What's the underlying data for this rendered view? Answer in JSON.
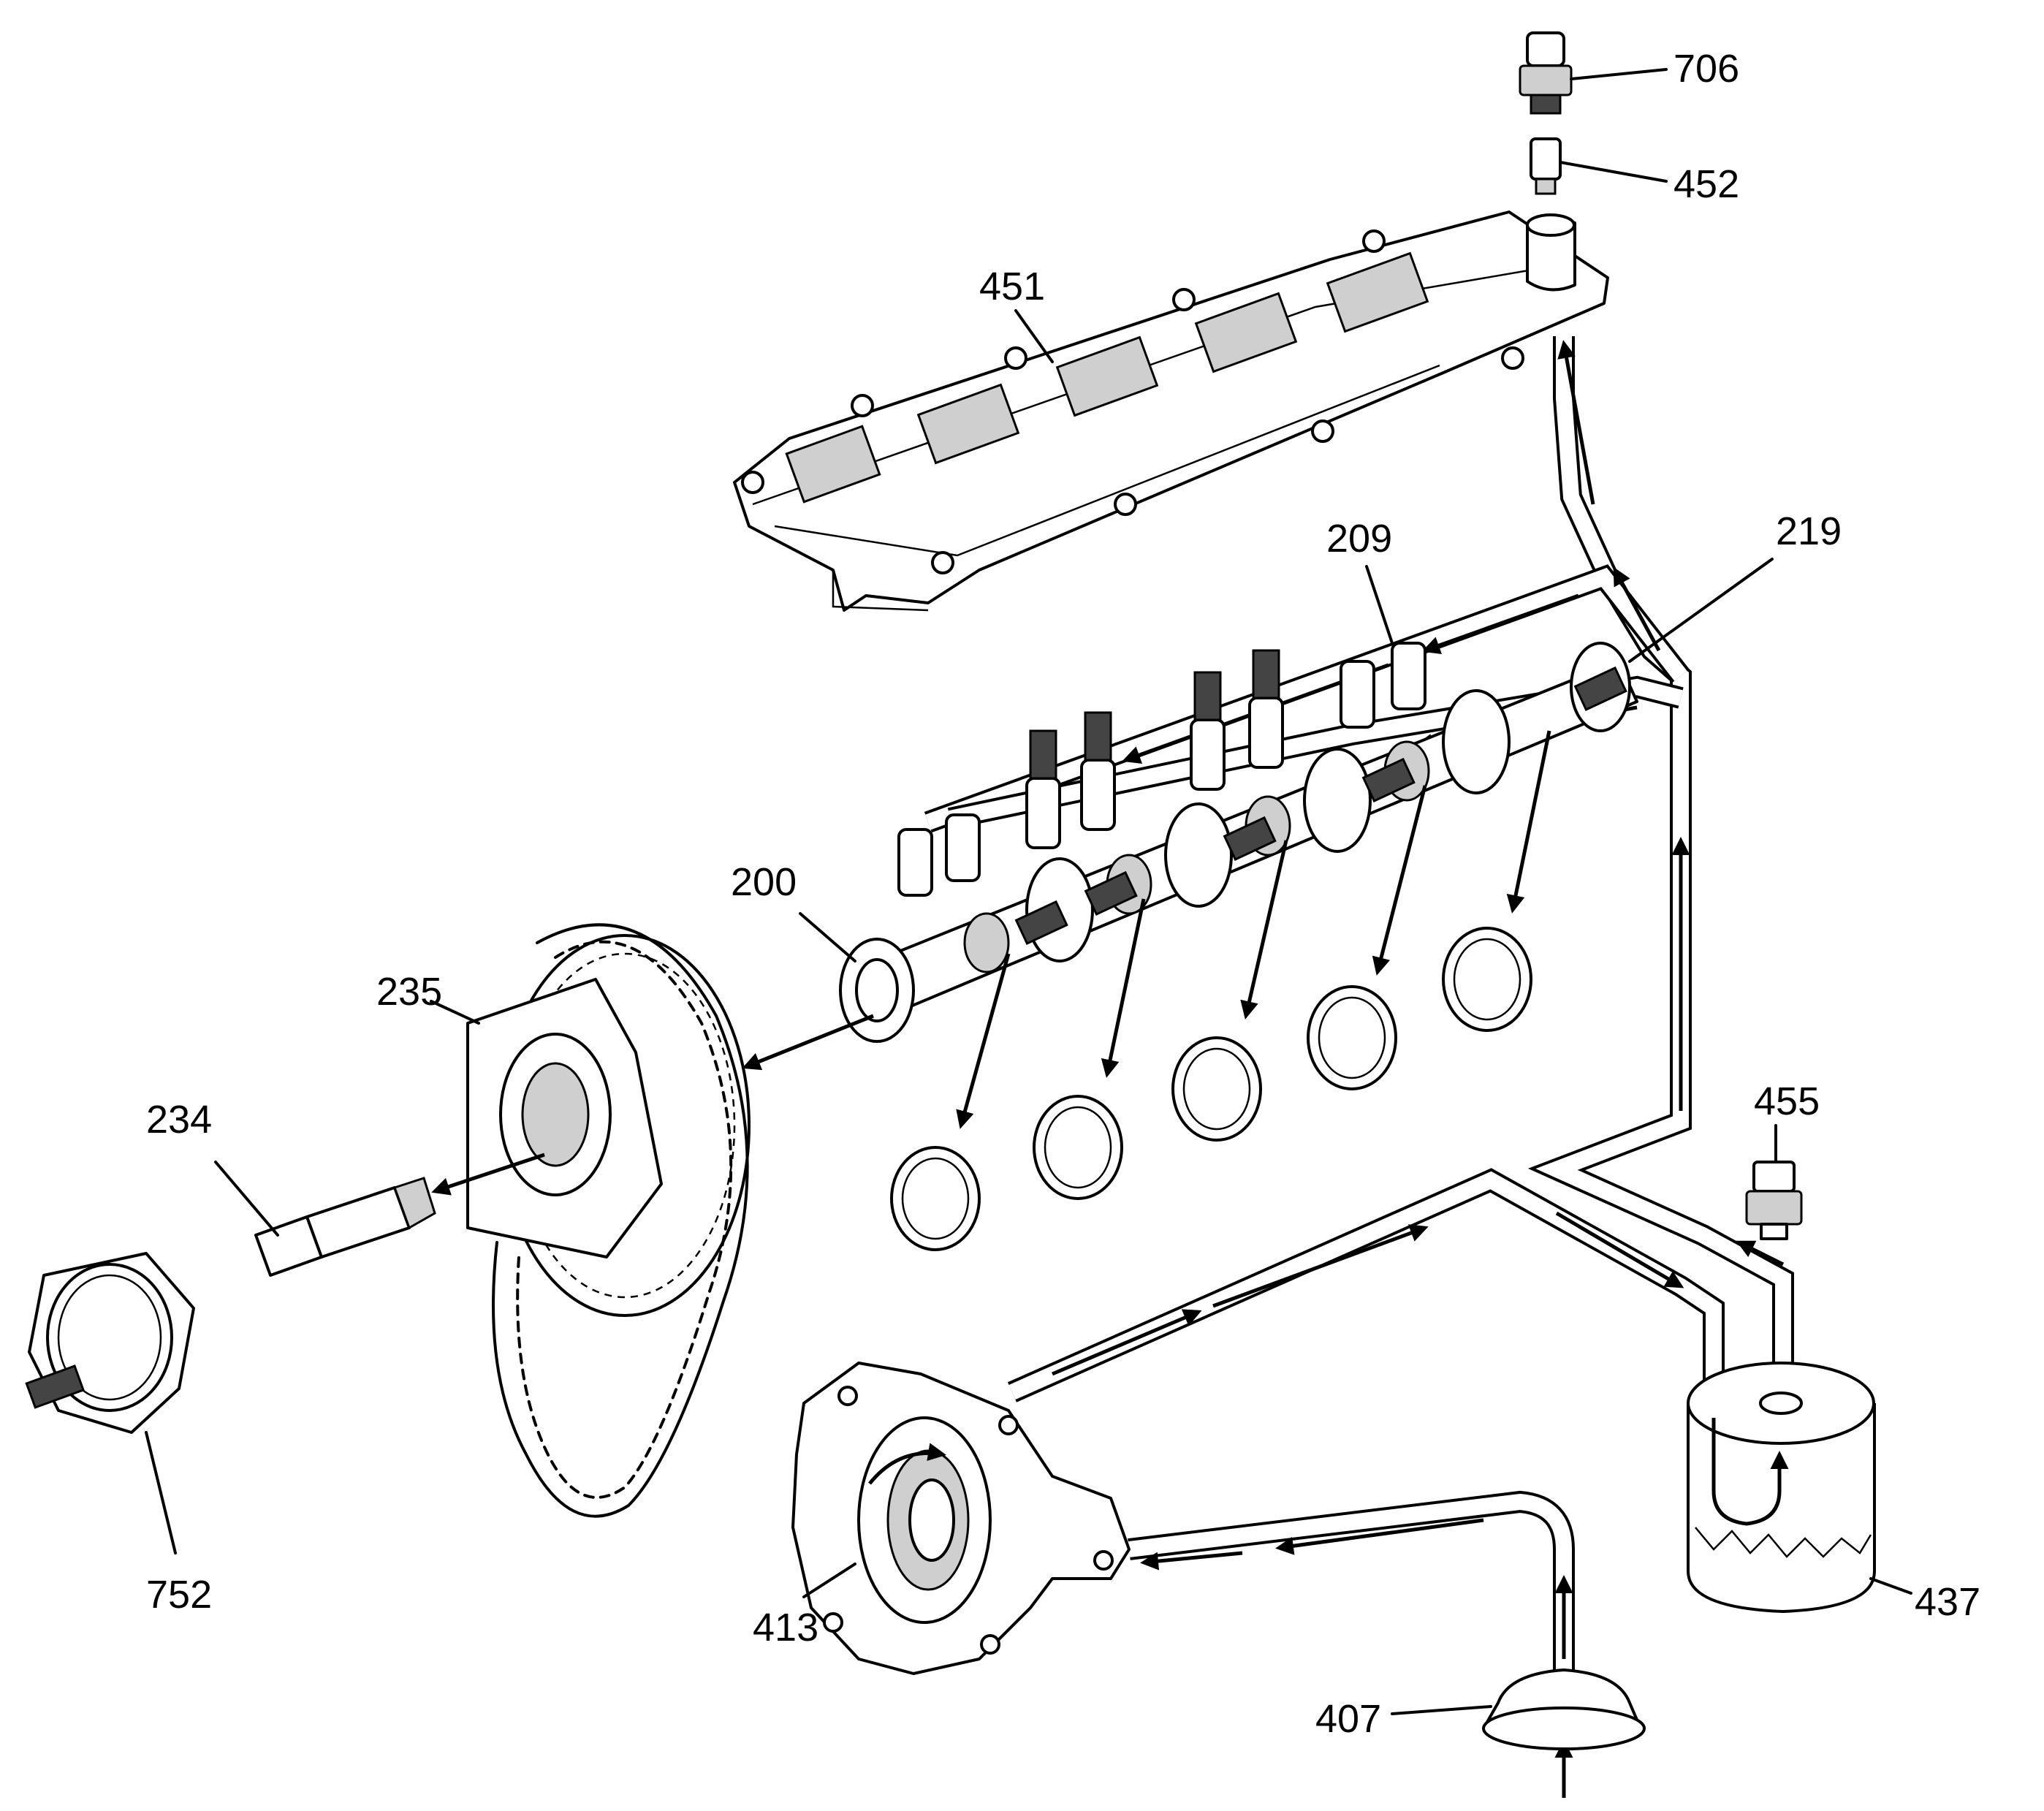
{
  "callouts": {
    "c706": "706",
    "c452": "452",
    "c451": "451",
    "c209": "209",
    "c219": "219",
    "c200": "200",
    "c235": "235",
    "c234": "234",
    "c455": "455",
    "c752": "752",
    "c413": "413",
    "c437": "437",
    "c407": "407"
  },
  "colors": {
    "line": "#000000",
    "background": "#ffffff",
    "shade": "#cfcfcf"
  }
}
